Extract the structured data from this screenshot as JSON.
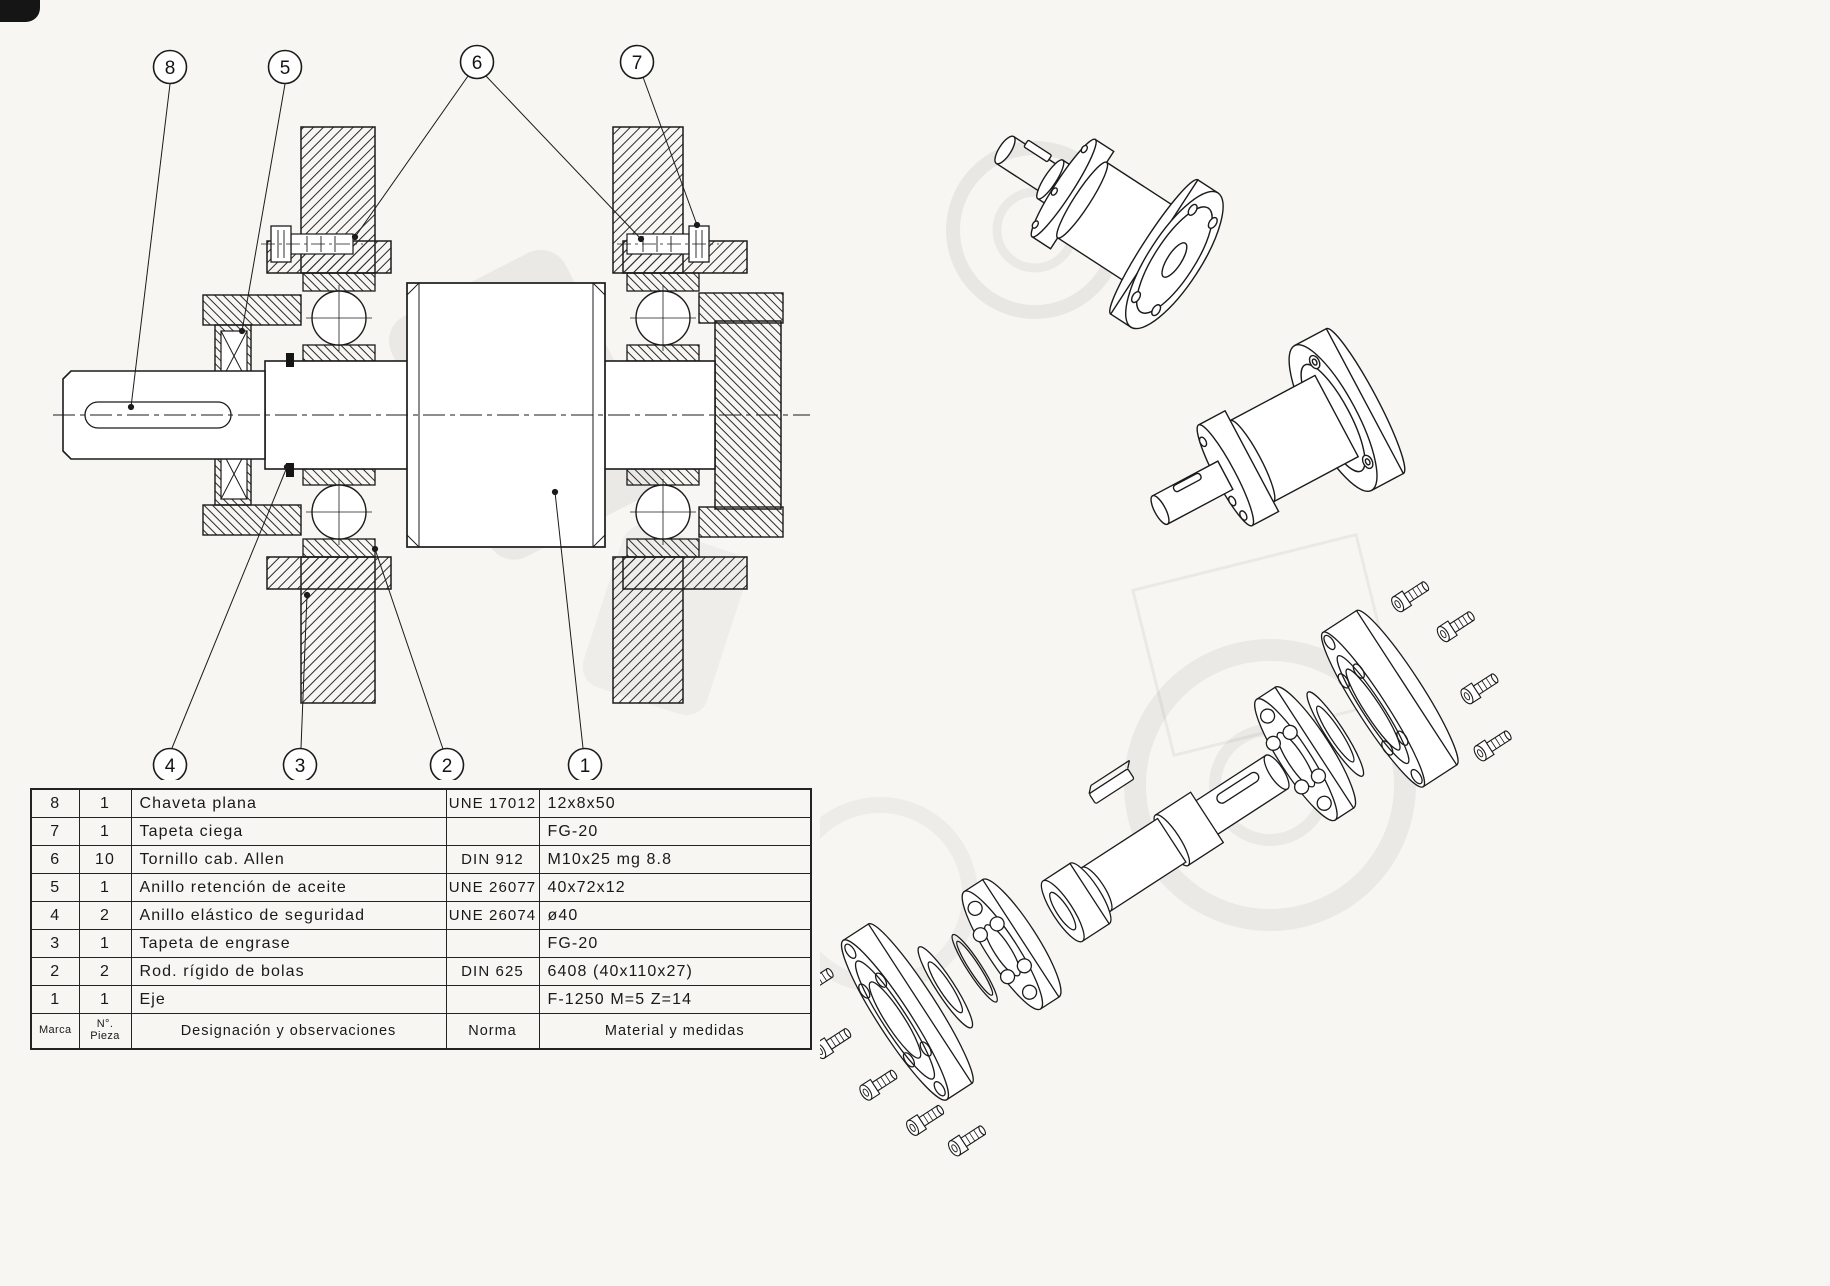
{
  "balloons": {
    "top": [
      "8",
      "5",
      "6",
      "7"
    ],
    "bottom": [
      "4",
      "3",
      "2",
      "1"
    ]
  },
  "parts_table": {
    "col_marca": "Marca",
    "col_pieza_line1": "N°.",
    "col_pieza_line2": "Pieza",
    "col_designacion": "Designación y observaciones",
    "col_norma": "Norma",
    "col_material": "Material y medidas",
    "rows": [
      {
        "marca": "8",
        "pieza": "1",
        "designacion": "Chaveta plana",
        "norma": "UNE 17012",
        "material": "12x8x50"
      },
      {
        "marca": "7",
        "pieza": "1",
        "designacion": "Tapeta ciega",
        "norma": "",
        "material": "FG-20"
      },
      {
        "marca": "6",
        "pieza": "10",
        "designacion": "Tornillo cab. Allen",
        "norma": "DIN 912",
        "material": "M10x25 mg 8.8"
      },
      {
        "marca": "5",
        "pieza": "1",
        "designacion": "Anillo retención de aceite",
        "norma": "UNE 26077",
        "material": "40x72x12"
      },
      {
        "marca": "4",
        "pieza": "2",
        "designacion": "Anillo elástico de seguridad",
        "norma": "UNE 26074",
        "material": "ø40"
      },
      {
        "marca": "3",
        "pieza": "1",
        "designacion": "Tapeta de engrase",
        "norma": "",
        "material": "FG-20"
      },
      {
        "marca": "2",
        "pieza": "2",
        "designacion": "Rod. rígido de bolas",
        "norma": "DIN 625",
        "material": "6408 (40x110x27)"
      },
      {
        "marca": "1",
        "pieza": "1",
        "designacion": "Eje",
        "norma": "",
        "material": "F-1250  M=5   Z=14"
      }
    ]
  }
}
